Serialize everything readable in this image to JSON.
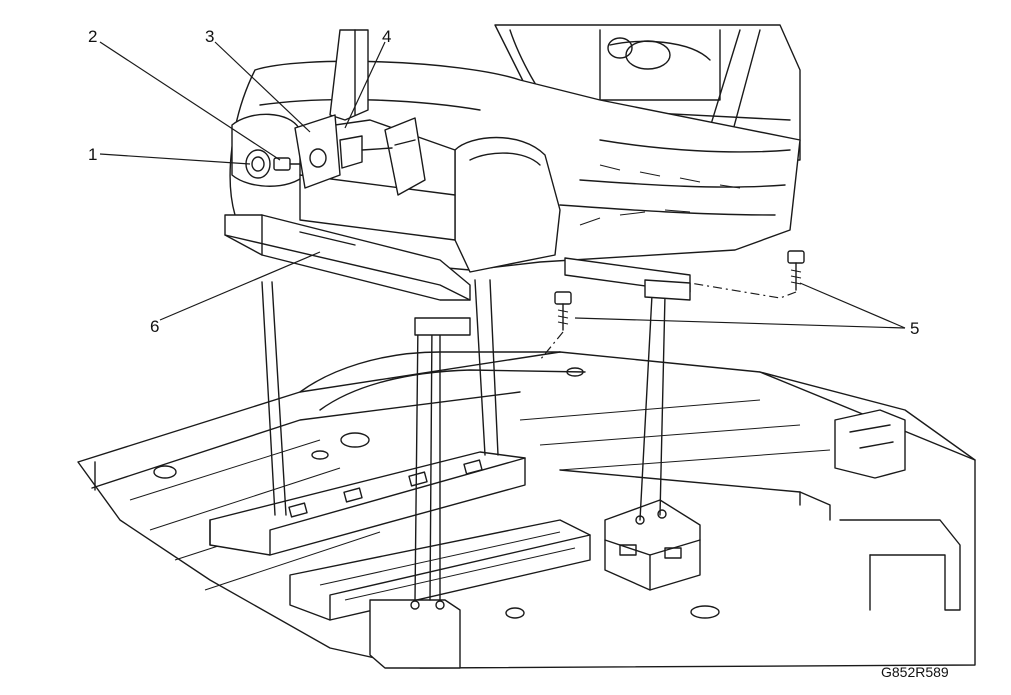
{
  "figure": {
    "id_code": "G852R589",
    "callouts": [
      {
        "label": "1",
        "part": "1"
      },
      {
        "label": "2",
        "part": "2"
      },
      {
        "label": "3",
        "part": "3"
      },
      {
        "label": "4",
        "part": "4"
      },
      {
        "label": "5",
        "part": "5"
      },
      {
        "label": "6",
        "part": "6"
      }
    ]
  }
}
